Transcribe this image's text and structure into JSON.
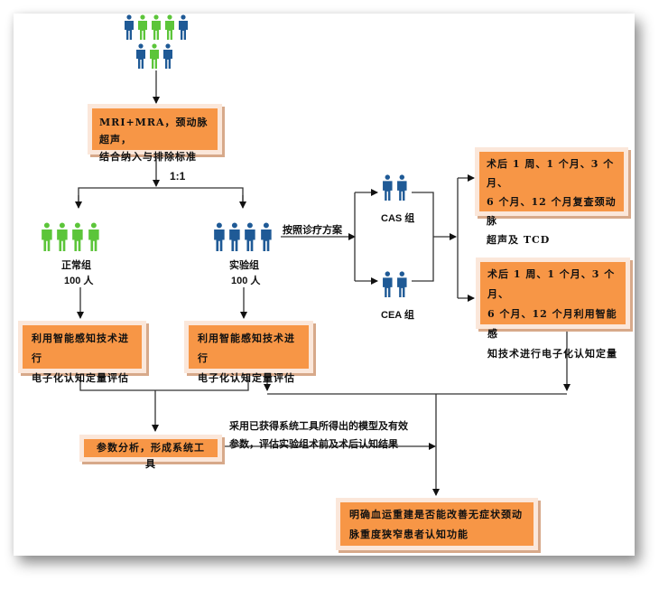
{
  "colors": {
    "box_fill": "#f79646",
    "box_border": "#fbe7da",
    "person_blue": "#1f5a96",
    "person_green": "#5cc53a",
    "line": "#222222"
  },
  "top_group": {
    "row1": [
      "blue",
      "green",
      "green",
      "green",
      "blue"
    ],
    "row2": [
      "blue",
      "green",
      "blue"
    ]
  },
  "screening_box": {
    "line1": "MRI+MRA，颈动脉超声，",
    "line2": "结合纳入与排除标准"
  },
  "ratio_label": "1:1",
  "normal_group": {
    "icon_colors": [
      "green",
      "green",
      "green",
      "green"
    ],
    "name": "正常组",
    "count": "100 人"
  },
  "experiment_group": {
    "icon_colors": [
      "blue",
      "blue",
      "blue",
      "blue"
    ],
    "name": "实验组",
    "count": "100 人"
  },
  "treatment_label": "按照诊疗方案",
  "cas_group": {
    "name": "CAS 组"
  },
  "cea_group": {
    "name": "CEA 组"
  },
  "followup_box_1": {
    "line1": "术后 1 周、1 个月、3 个月、",
    "line2": "6 个月、12 个月复查颈动脉",
    "line3": "超声及 TCD"
  },
  "followup_box_2": {
    "line1": "术后 1 周、1 个月、3 个月、",
    "line2": "6 个月、12 个月利用智能感",
    "line3": "知技术进行电子化认知定量"
  },
  "assess_box_normal": {
    "line1": "利用智能感知技术进行",
    "line2": "电子化认知定量评估"
  },
  "assess_box_exp": {
    "line1": "利用智能感知技术进行",
    "line2": "电子化认知定量评估"
  },
  "analysis_box": {
    "text": "参数分析，形成系统工具"
  },
  "model_label": {
    "line1": "采用已获得系统工具所得出的模型及有效",
    "line2": "参数，评估实验组术前及术后认知结果"
  },
  "conclusion_box": {
    "line1": "明确血运重建是否能改善无症状颈动",
    "line2": "脉重度狭窄患者认知功能"
  }
}
